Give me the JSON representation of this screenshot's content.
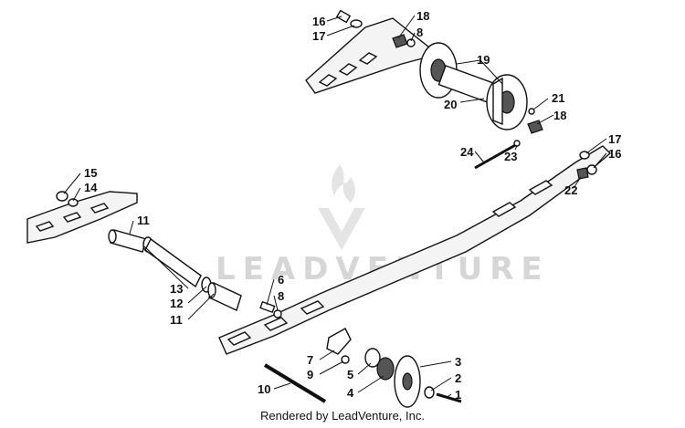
{
  "watermark": {
    "text": "LEADVENTURE"
  },
  "footer": {
    "text": "Rendered by LeadVenture, Inc."
  },
  "callouts": [
    {
      "id": "c16a",
      "label": "16"
    },
    {
      "id": "c17a",
      "label": "17"
    },
    {
      "id": "c18a",
      "label": "18"
    },
    {
      "id": "c8a",
      "label": "8"
    },
    {
      "id": "c19",
      "label": "19"
    },
    {
      "id": "c20",
      "label": "20"
    },
    {
      "id": "c21",
      "label": "21"
    },
    {
      "id": "c18b",
      "label": "18"
    },
    {
      "id": "c24",
      "label": "24"
    },
    {
      "id": "c23",
      "label": "23"
    },
    {
      "id": "c17b",
      "label": "17"
    },
    {
      "id": "c16b",
      "label": "16"
    },
    {
      "id": "c22",
      "label": "22"
    },
    {
      "id": "c15",
      "label": "15"
    },
    {
      "id": "c14",
      "label": "14"
    },
    {
      "id": "c11a",
      "label": "11"
    },
    {
      "id": "c13",
      "label": "13"
    },
    {
      "id": "c12",
      "label": "12"
    },
    {
      "id": "c11b",
      "label": "11"
    },
    {
      "id": "c6",
      "label": "6"
    },
    {
      "id": "c8b",
      "label": "8"
    },
    {
      "id": "c7",
      "label": "7"
    },
    {
      "id": "c9",
      "label": "9"
    },
    {
      "id": "c5",
      "label": "5"
    },
    {
      "id": "c4",
      "label": "4"
    },
    {
      "id": "c3",
      "label": "3"
    },
    {
      "id": "c2",
      "label": "2"
    },
    {
      "id": "c1",
      "label": "1"
    },
    {
      "id": "c10",
      "label": "10"
    }
  ]
}
